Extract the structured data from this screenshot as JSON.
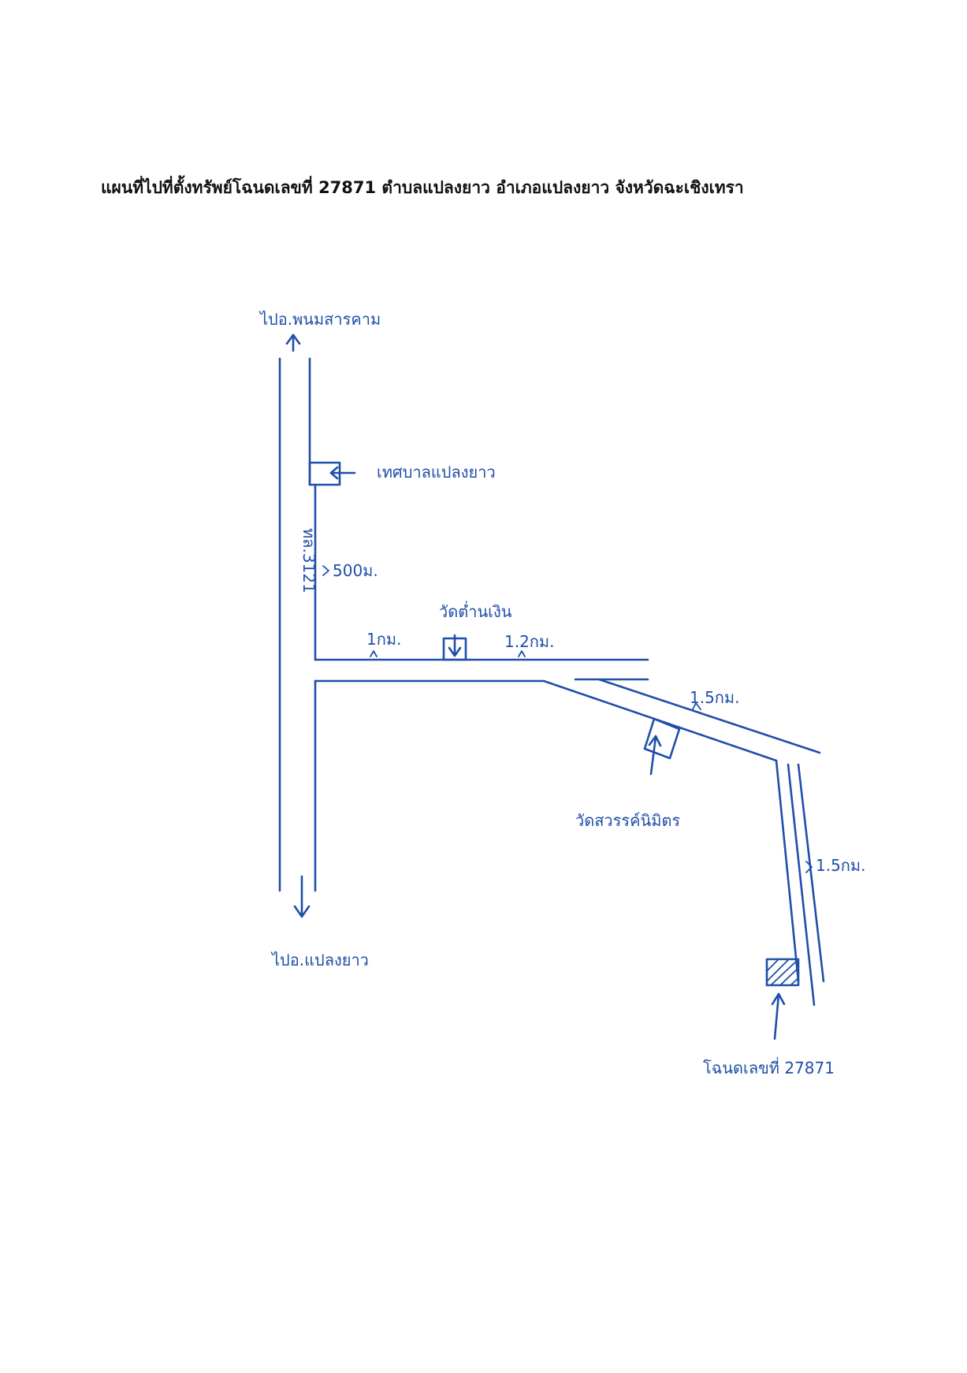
{
  "title": "แผนที่ไปที่ตั้งทรัพย์โฉนดเลขที่ 27871 ตำบลแปลงยาว อำเภอแปลงยาว จังหวัดฉะเชิงเทรา",
  "ink_color": "#1f4fa8",
  "labels": {
    "to_north": "ไปอ.พนมสารคาม",
    "to_south": "ไปอ.แปลงยาว",
    "road_name": "ทล.3121",
    "municipality": "เทศบาลแปลงยาว",
    "dist_500m": "500ม.",
    "temple_1": "วัดต่ำนเงิน",
    "dist_1km": "1กม.",
    "dist_1_2km": "1.2กม.",
    "dist_1_5km_a": "1.5กม.",
    "temple_2": "วัดสวรรค์นิมิตร",
    "dist_1_5km_b": "1.5กม.",
    "deed_label": "โฉนดเลขที่ 27871"
  }
}
